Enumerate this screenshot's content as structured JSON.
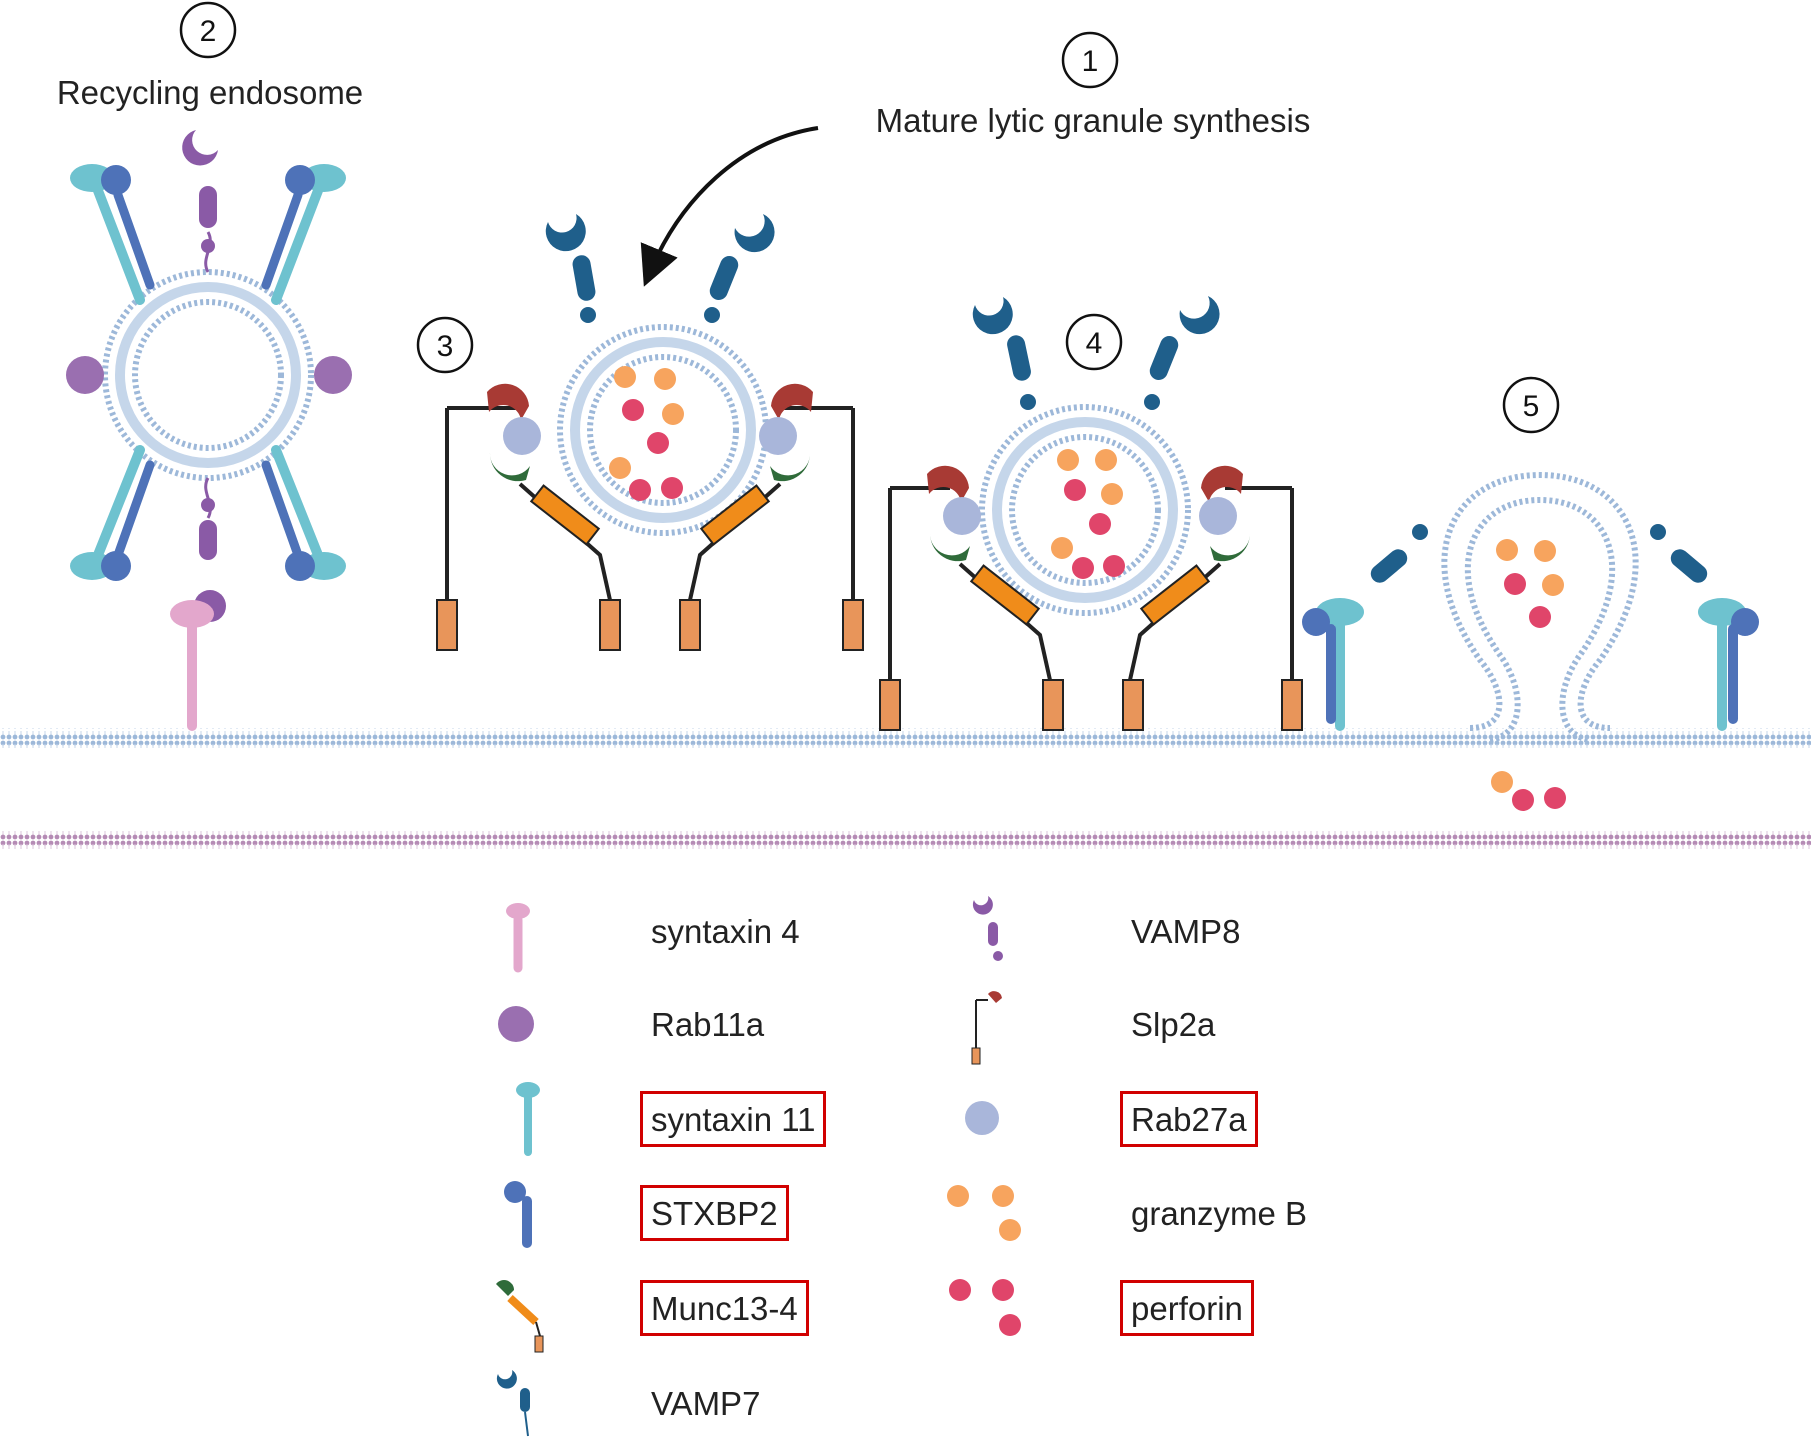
{
  "steps": [
    {
      "number": "1",
      "label": "Mature lytic granule synthesis"
    },
    {
      "number": "2",
      "label": "Recycling endosome"
    },
    {
      "number": "3",
      "label": ""
    },
    {
      "number": "4",
      "label": ""
    },
    {
      "number": "5",
      "label": ""
    }
  ],
  "legend": [
    {
      "label": "syntaxin 4",
      "icon": "syntaxin-4-icon",
      "highlighted": false
    },
    {
      "label": "Rab11a",
      "icon": "rab11a-icon",
      "highlighted": false
    },
    {
      "label": "syntaxin 11",
      "icon": "syntaxin-11-icon",
      "highlighted": true
    },
    {
      "label": "STXBP2",
      "icon": "stxbp2-icon",
      "highlighted": true
    },
    {
      "label": "Munc13-4",
      "icon": "munc13-4-icon",
      "highlighted": true
    },
    {
      "label": "VAMP7",
      "icon": "vamp7-icon",
      "highlighted": false
    },
    {
      "label": "VAMP8",
      "icon": "vamp8-icon",
      "highlighted": false
    },
    {
      "label": "Slp2a",
      "icon": "slp2a-icon",
      "highlighted": false
    },
    {
      "label": "Rab27a",
      "icon": "rab27a-icon",
      "highlighted": true
    },
    {
      "label": "granzyme B",
      "icon": "granzyme-b-icon",
      "highlighted": false
    },
    {
      "label": "perforin",
      "icon": "perforin-icon",
      "highlighted": true
    }
  ],
  "colors": {
    "membrane_cell": "#9db8d9",
    "membrane_target": "#b58bb5",
    "syntaxin4": "#e3a7cc",
    "rab11a": "#9a6fb0",
    "syntaxin11": "#6ec2cf",
    "stxbp2": "#4e72b8",
    "munc13": "#f08c1a",
    "munc13_cap": "#2f6b3a",
    "vamp7": "#1f5f8b",
    "vamp8": "#8a5aa6",
    "slp2a": "#a83a34",
    "slp2a_anchor": "#e8955a",
    "rab27a": "#a9b6da",
    "granzyme": "#f7a45e",
    "perforin": "#e0456a",
    "highlight_box": "#d10000"
  }
}
